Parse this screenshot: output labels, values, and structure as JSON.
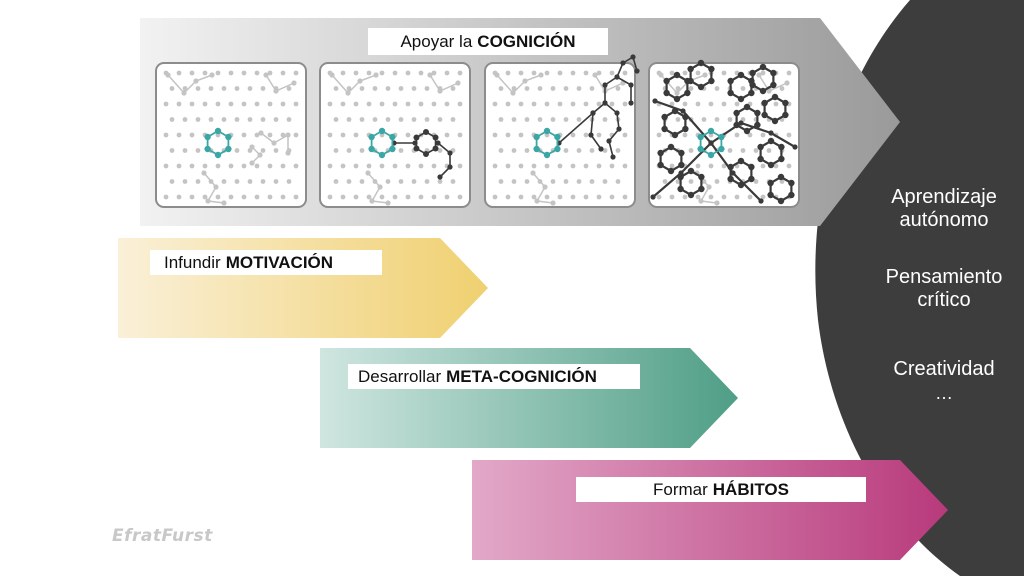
{
  "arrows": {
    "cognition": {
      "prefix": "Apoyar la",
      "bold": "COGNICIÓN",
      "color_start": "#f2f2f2",
      "color_end": "#9a9a9a"
    },
    "motivation": {
      "prefix": "Infundir",
      "bold": "MOTIVACIÓN",
      "color_start": "#faf0d8",
      "color_end": "#f0d070"
    },
    "metacognition": {
      "prefix": "Desarrollar",
      "bold": "META-COGNICIÓN",
      "color_start": "#cfe6e0",
      "color_end": "#4f9e86"
    },
    "habits": {
      "prefix": "Formar",
      "bold": "HÁBITOS",
      "color_start": "#e2a8c8",
      "color_end": "#b83a7c"
    }
  },
  "network_panels": [
    {
      "stage": 1,
      "icon": "sparse-network-icon"
    },
    {
      "stage": 2,
      "icon": "growing-network-icon"
    },
    {
      "stage": 3,
      "icon": "branching-network-icon"
    },
    {
      "stage": 4,
      "icon": "dense-network-icon"
    }
  ],
  "goals": {
    "color": "#3d3d3d",
    "items": [
      "Aprendizaje autónomo",
      "Pensamiento crítico",
      "Creatividad"
    ],
    "ellipsis": "…"
  },
  "accent_colors": {
    "highlight_node": "#3aa6a6",
    "dark_node": "#3a3a3a",
    "faint_node": "#c4c4c4"
  },
  "watermark": "EfratFurst"
}
